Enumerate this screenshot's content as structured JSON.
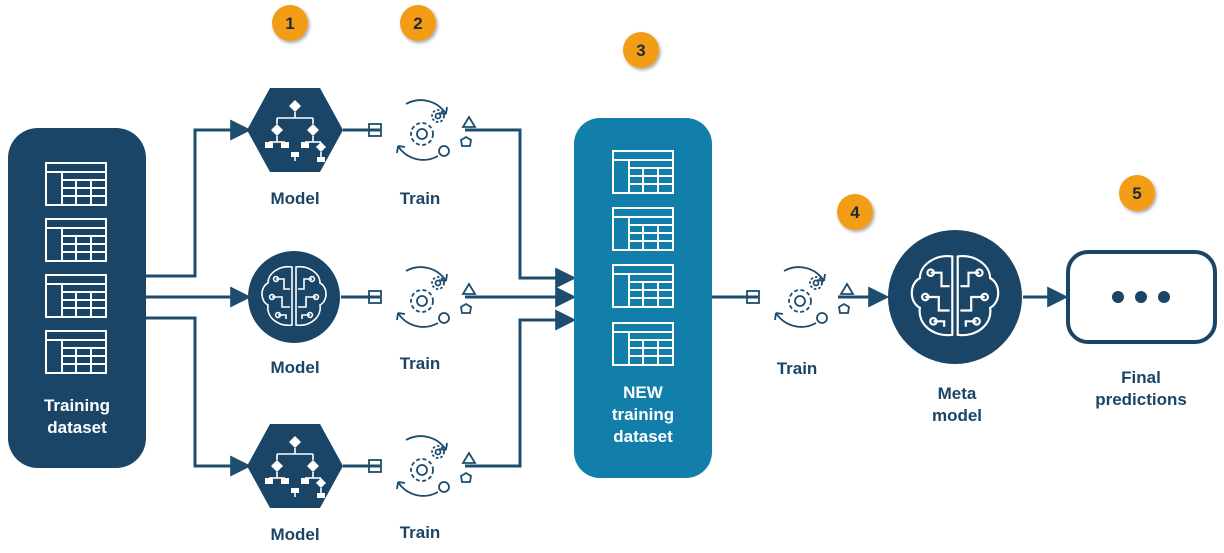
{
  "labels": {
    "training_dataset": [
      "Training",
      "dataset"
    ],
    "model": "Model",
    "train": "Train",
    "new_training_dataset": [
      "NEW",
      "training",
      "dataset"
    ],
    "meta_model": [
      "Meta",
      "model"
    ],
    "final_predictions": [
      "Final",
      "predictions"
    ]
  },
  "badges": [
    "1",
    "2",
    "3",
    "4",
    "5"
  ],
  "colors": {
    "dark_navy": "#1b4566",
    "teal": "#127fab",
    "arrow": "#1d4c6e",
    "badge_orange": "#f39c12",
    "white": "#ffffff"
  },
  "icons": {
    "dataset": "table-grid-icon",
    "model_tree": "decision-tree-icon",
    "model_brain": "neural-brain-icon",
    "train": "gear-shapes-cycle-icon",
    "predictions": "ellipsis-dots-icon"
  }
}
